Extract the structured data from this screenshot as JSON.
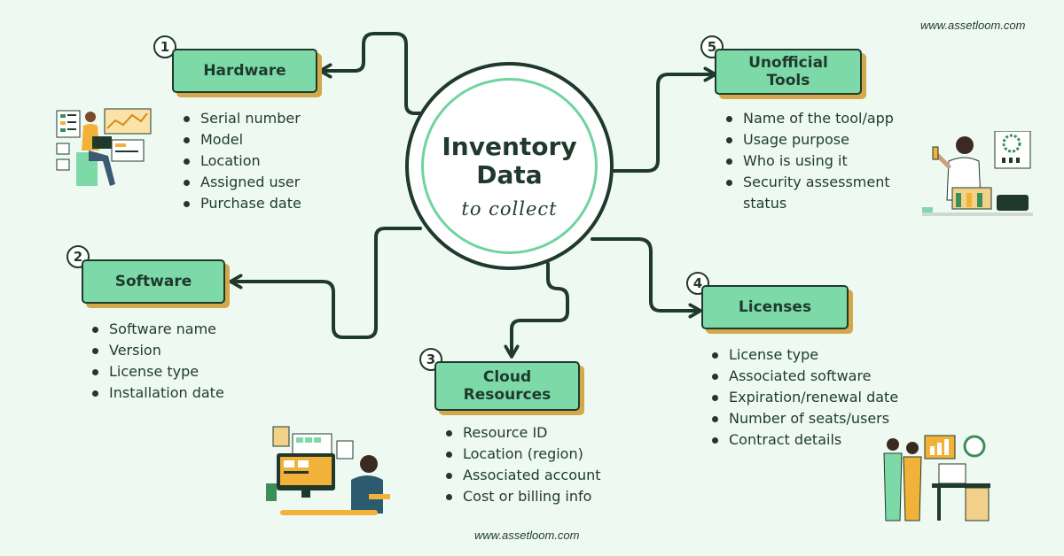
{
  "watermark_top": "www.assetloom.com",
  "watermark_bottom": "www.assetloom.com",
  "hub": {
    "title_line1": "Inventory",
    "title_line2": "Data",
    "subtitle": "to collect"
  },
  "categories": [
    {
      "number": "1",
      "title": "Hardware",
      "items": [
        "Serial number",
        "Model",
        "Location",
        "Assigned user",
        "Purchase date"
      ]
    },
    {
      "number": "2",
      "title": "Software",
      "items": [
        "Software name",
        "Version",
        "License type",
        "Installation date"
      ]
    },
    {
      "number": "3",
      "title_line1": "Cloud",
      "title_line2": "Resources",
      "items": [
        "Resource ID",
        "Location (region)",
        "Associated account",
        "Cost or billing info"
      ]
    },
    {
      "number": "4",
      "title": "Licenses",
      "items": [
        "License type",
        "Associated software",
        "Expiration/renewal date",
        "Number of seats/users",
        "Contract details"
      ]
    },
    {
      "number": "5",
      "title_line1": "Unofficial",
      "title_line2": "Tools",
      "items": [
        "Name of the tool/app",
        "Usage purpose",
        "Who is using it",
        "Security assessment",
        "status"
      ]
    }
  ],
  "colors": {
    "background": "#eefaf1",
    "box_fill": "#7dd9a8",
    "outline": "#1f3a2c",
    "shadow": "#d2a84a",
    "ring": "#6fd3a0"
  }
}
